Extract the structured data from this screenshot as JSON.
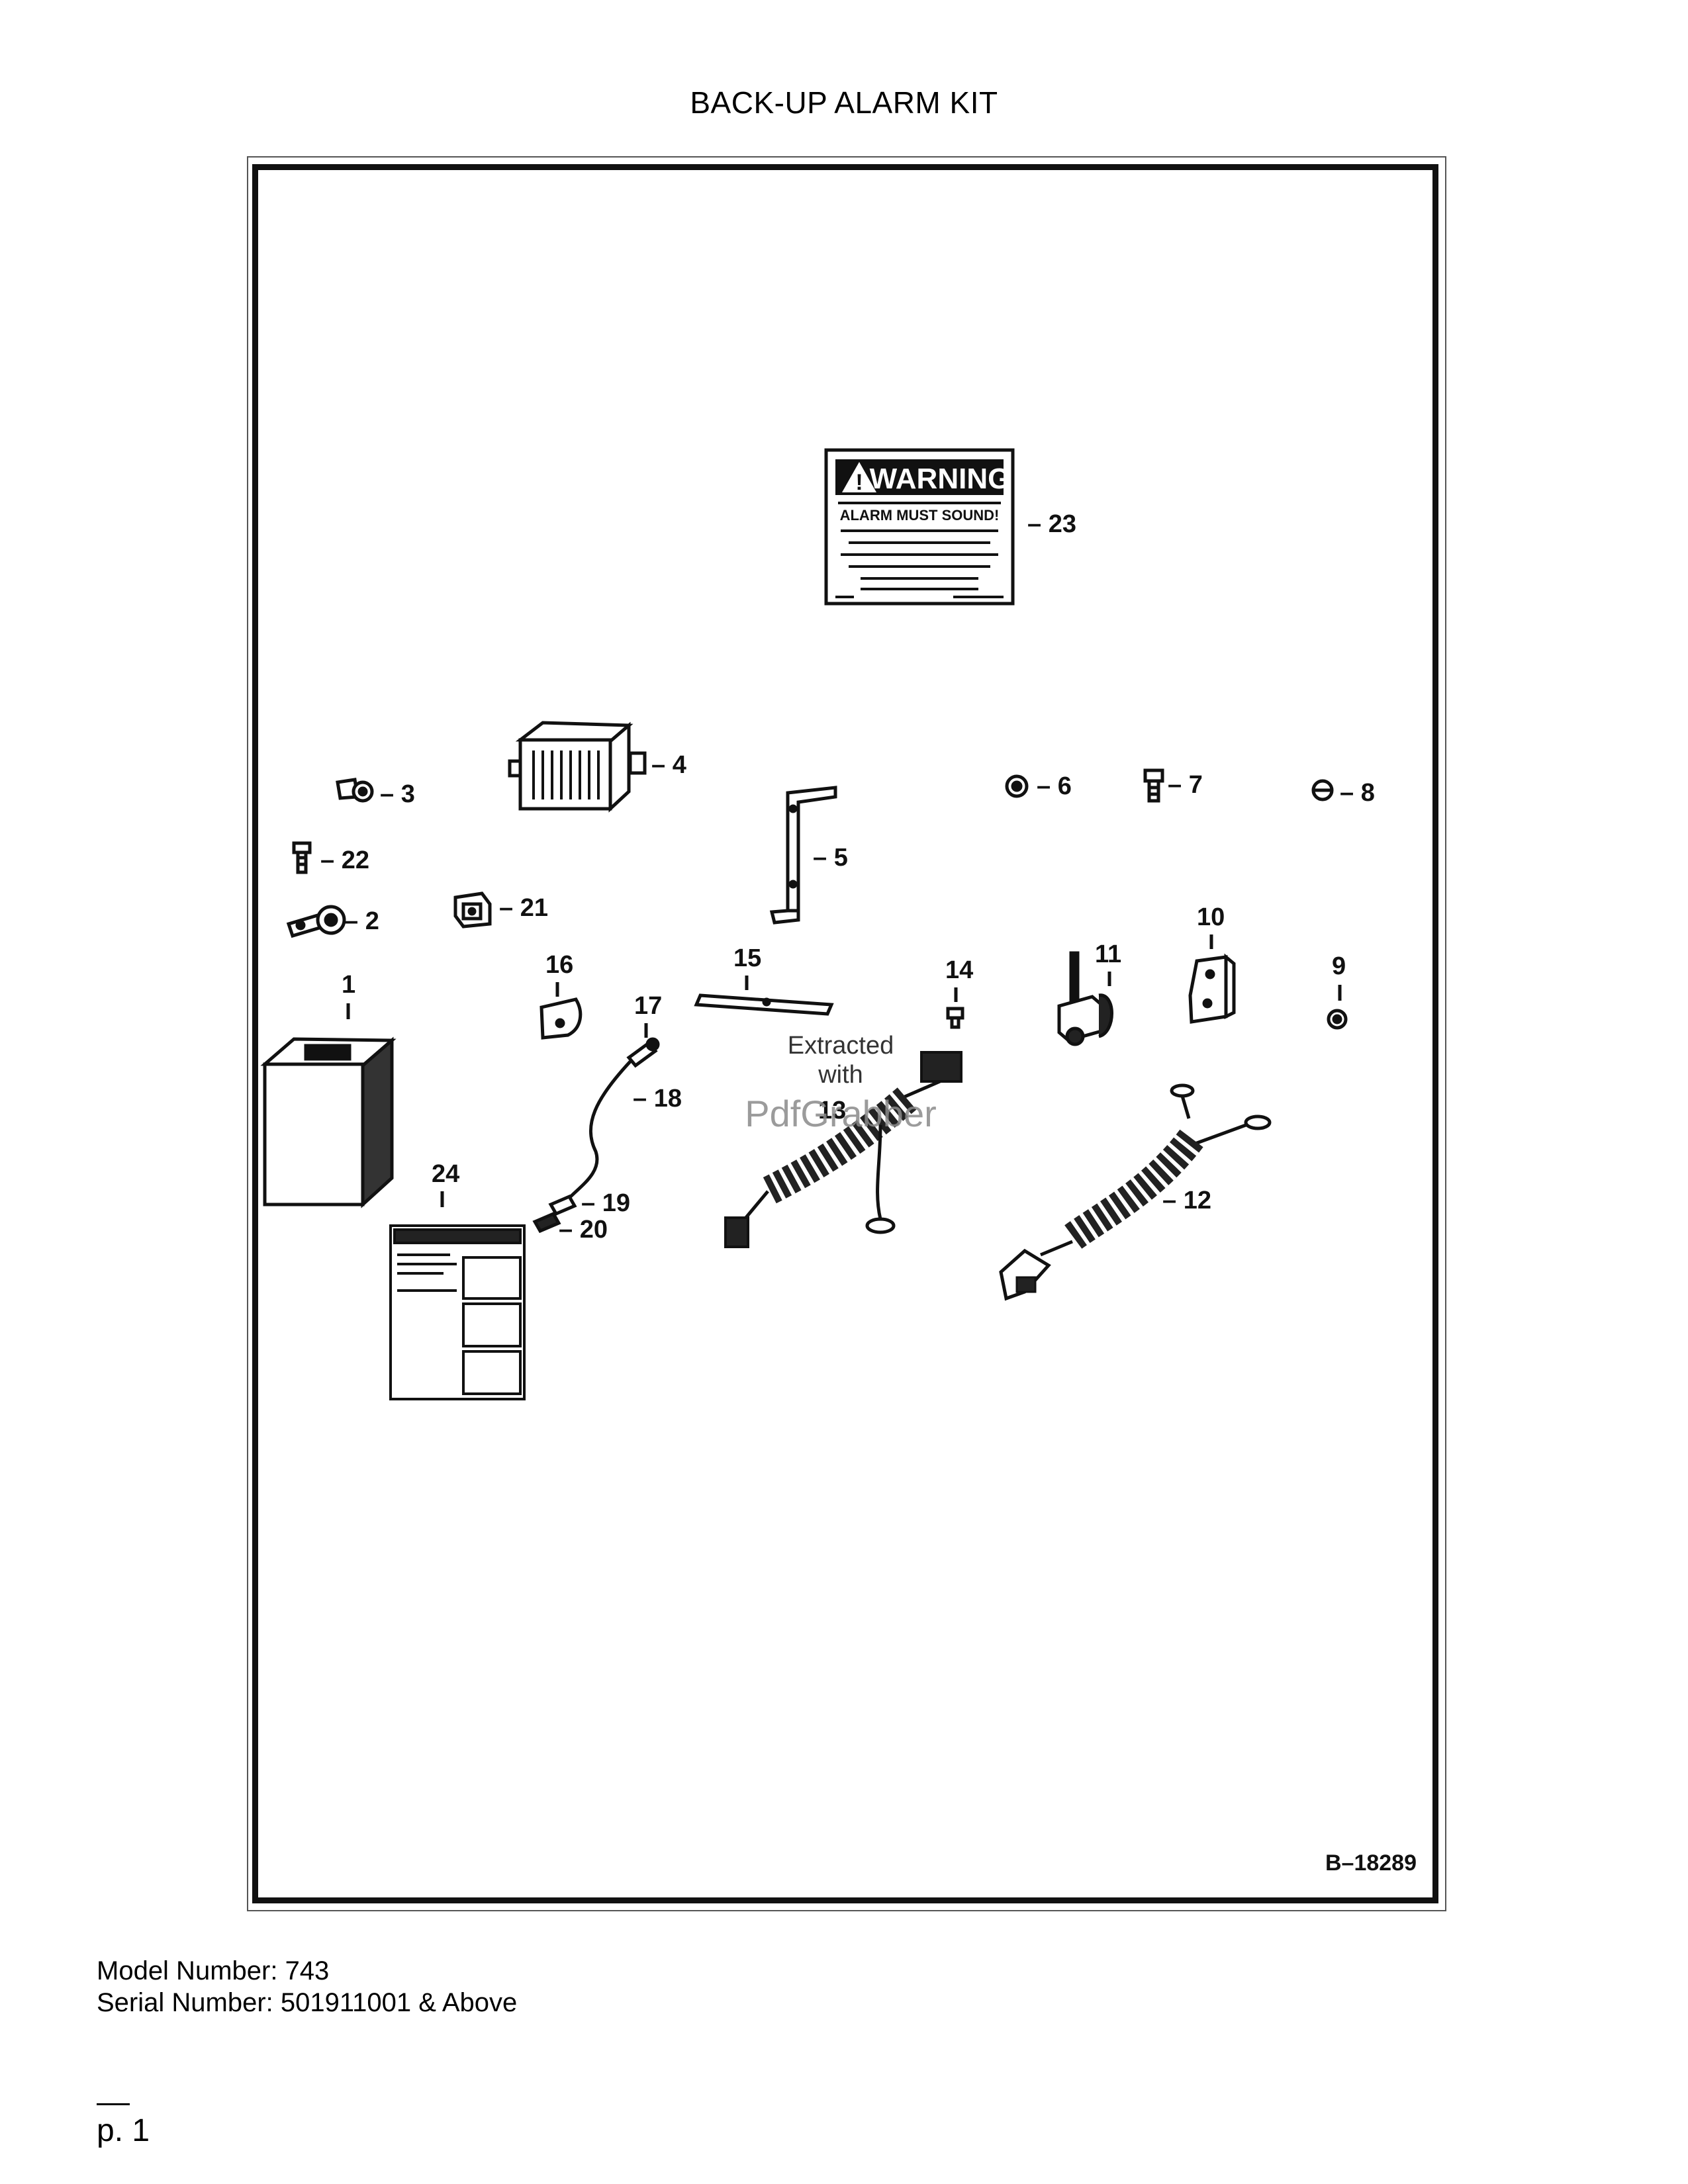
{
  "page": {
    "title": "BACK-UP ALARM KIT"
  },
  "diagram": {
    "figure_id": "B–18289",
    "warning_decal": {
      "heading": "WARNING",
      "line1": "ALARM MUST SOUND!"
    },
    "callouts": {
      "c1": "1",
      "c2": "– 2",
      "c3": "– 3",
      "c4": "– 4",
      "c5": "– 5",
      "c6": "– 6",
      "c7": "– 7",
      "c8": "– 8",
      "c9": "9",
      "c10": "10",
      "c11": "11",
      "c12": "– 12",
      "c13": "13",
      "c14": "14",
      "c15": "15",
      "c16": "16",
      "c17": "17",
      "c18": "– 18",
      "c19": "– 19",
      "c20": "– 20",
      "c21": "– 21",
      "c22": "– 22",
      "c23": "– 23",
      "c24": "24"
    },
    "watermark": {
      "line1": "Extracted",
      "line2": "with",
      "brand": "PdfGrabber"
    }
  },
  "footer": {
    "model_label": "Model Number:",
    "model_value": "743",
    "serial_label": "Serial Number:",
    "serial_value": "501911001 & Above"
  },
  "page_number": "p. 1"
}
